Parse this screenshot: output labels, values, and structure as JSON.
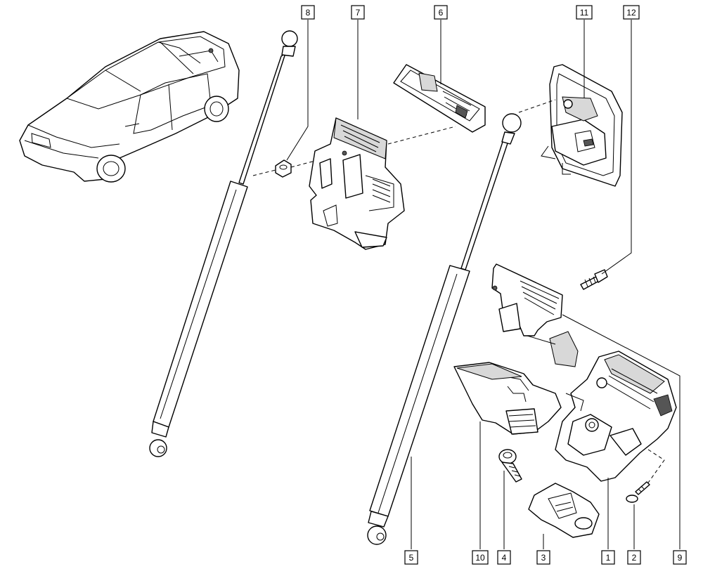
{
  "callouts": [
    {
      "id": "c1",
      "label": "1"
    },
    {
      "id": "c2",
      "label": "2"
    },
    {
      "id": "c3",
      "label": "3"
    },
    {
      "id": "c4",
      "label": "4"
    },
    {
      "id": "c5",
      "label": "5"
    },
    {
      "id": "c6",
      "label": "6"
    },
    {
      "id": "c7",
      "label": "7"
    },
    {
      "id": "c8",
      "label": "8"
    },
    {
      "id": "c9",
      "label": "9"
    },
    {
      "id": "c10",
      "label": "10"
    },
    {
      "id": "c11",
      "label": "11"
    },
    {
      "id": "c12",
      "label": "12"
    }
  ],
  "colors": {
    "line": "#000000",
    "background": "#ffffff",
    "shade": "#d8d8d8"
  }
}
